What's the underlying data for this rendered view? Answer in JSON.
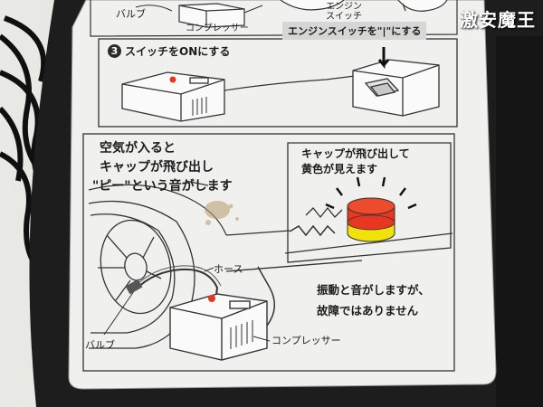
{
  "watermark": "激安魔王",
  "step1": {
    "valve_label": "バルブ",
    "compressor_label": "コンプレッサー",
    "engine_switch_label": "エンジン\nスイッチ",
    "engine_switch_instruction": "エンジンスイッチを\"|\"にする"
  },
  "step3": {
    "number": "3",
    "title": "スイッチをONにする"
  },
  "caption_left": {
    "line1": "空気が入ると",
    "line2": "キャップが飛び出し",
    "line3": "\"ピー\"という音がします"
  },
  "caption_cap": {
    "line1": "キャップが飛び出して",
    "line2": "黄色が見えます"
  },
  "caption_note": {
    "line1": "振動と音がしますが、",
    "line2": "故障ではありません"
  },
  "labels": {
    "hose": "ホース",
    "valve": "バルブ",
    "compressor": "コンプレッサー"
  },
  "colors": {
    "cap_red": "#e8361f",
    "cap_yellow": "#f2e20c",
    "panel": "#f0f0ee",
    "housing": "#1d1d1d"
  }
}
